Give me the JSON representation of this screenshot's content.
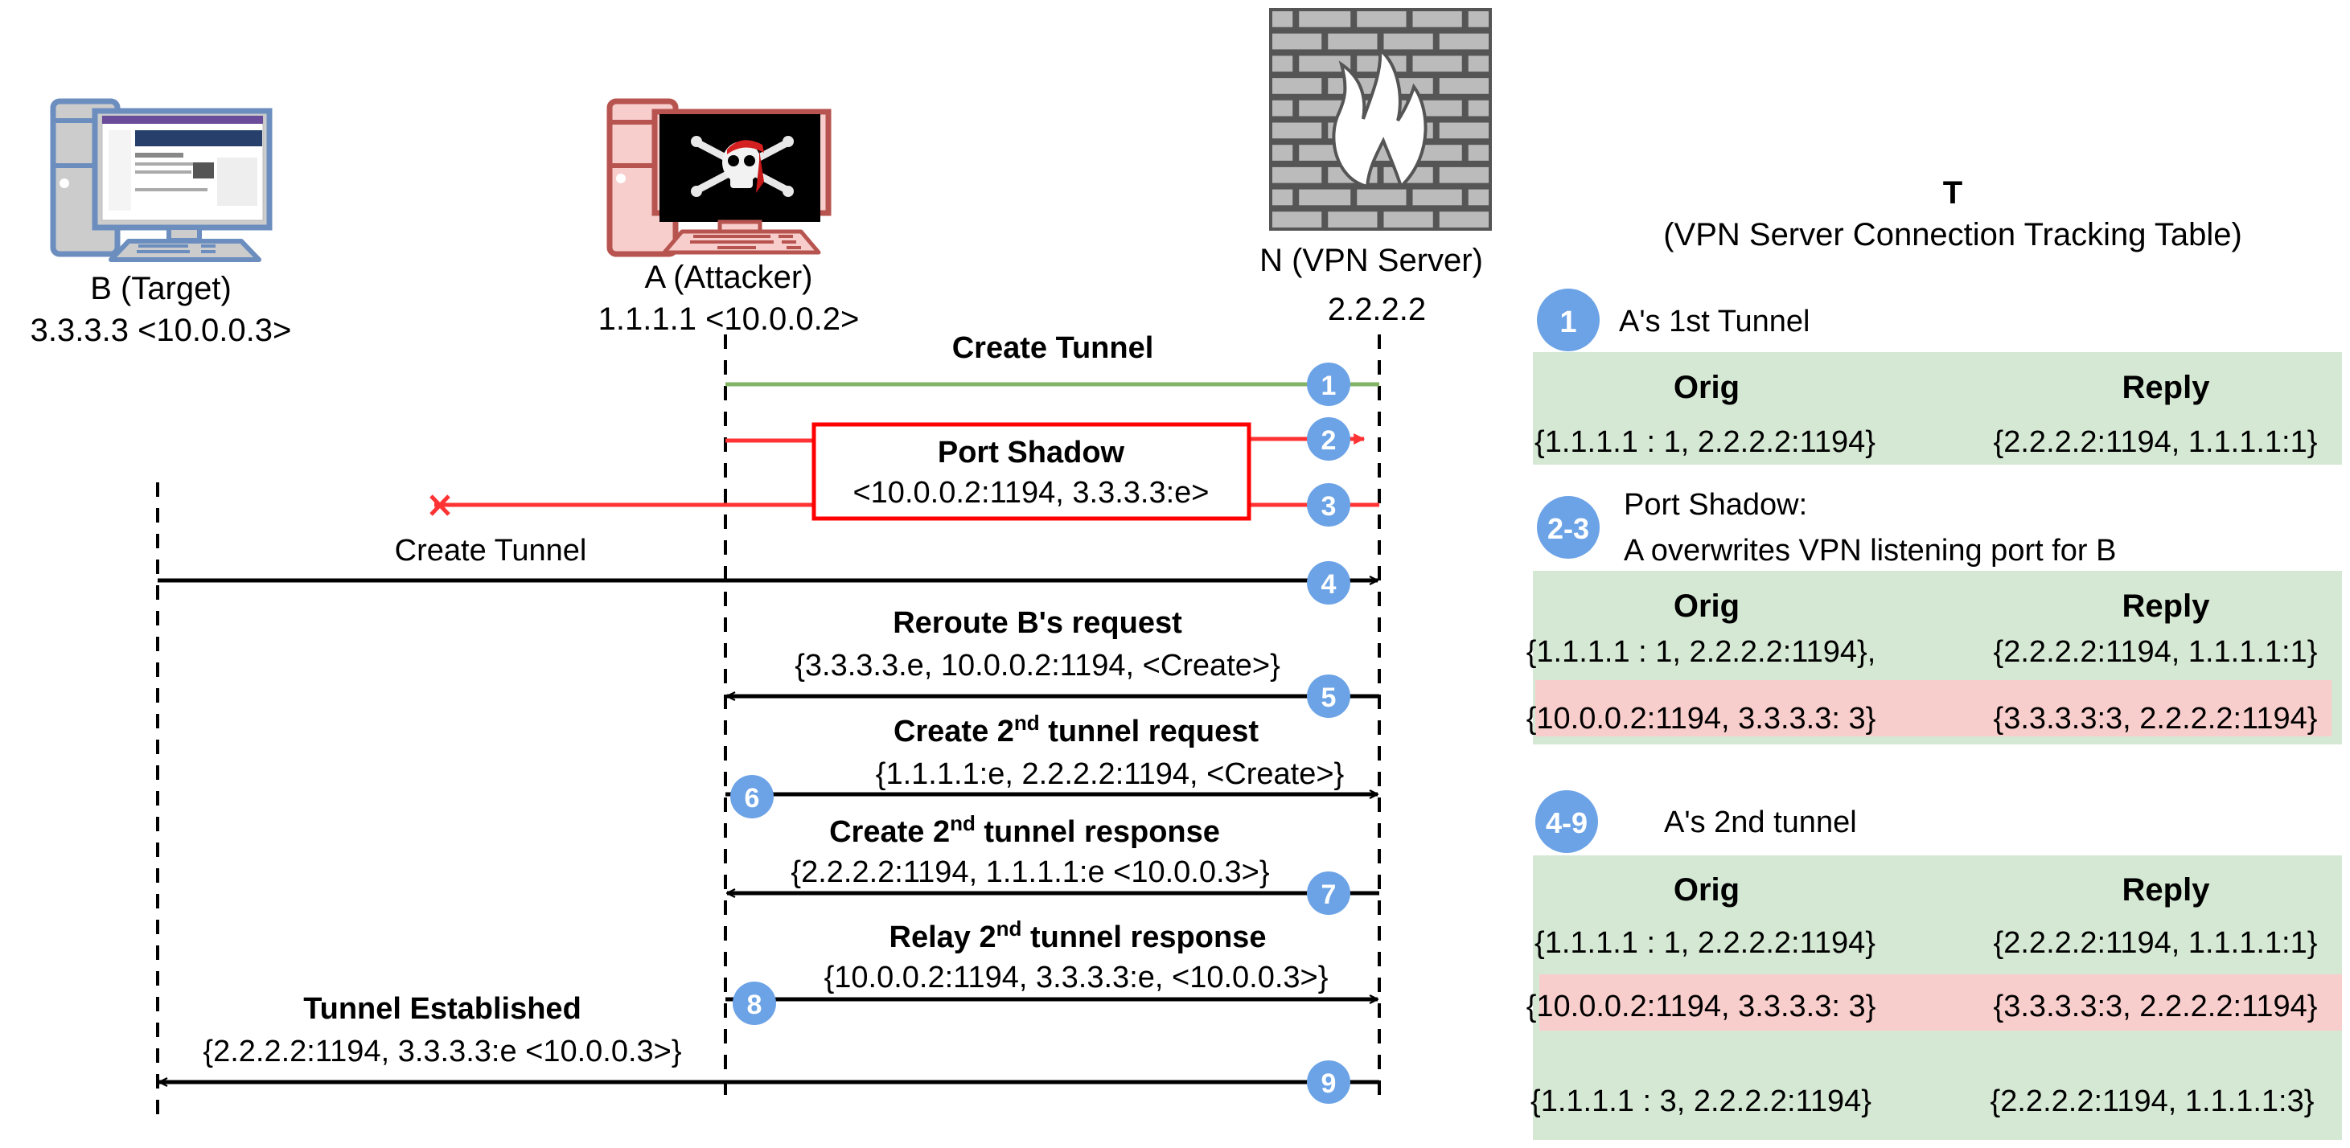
{
  "colors": {
    "badge": "#6CA3E6",
    "green_line": "#82B366",
    "attack_red": "#FF3333",
    "table_green": "#D5E8D4",
    "table_red": "#F8CECC",
    "target_stroke": "#6C8EBF",
    "target_fill": "#CCCCCC",
    "attacker_stroke": "#B85450",
    "attacker_fill": "#F8CECC",
    "firewall_dark": "#555555",
    "firewall_brick": "#BBBBBB"
  },
  "actors": {
    "target": {
      "name": "B (Target)",
      "address": "3.3.3.3 <10.0.0.3>"
    },
    "attacker": {
      "name": "A (Attacker)",
      "address": "1.1.1.1 <10.0.0.2>"
    },
    "server": {
      "name": "N (VPN Server)",
      "address": "2.2.2.2"
    }
  },
  "messages": [
    {
      "step": "1",
      "title": "Create Tunnel",
      "detail": "",
      "from": "attacker",
      "to": "server",
      "style": "green"
    },
    {
      "step": "2",
      "title": "Port Shadow",
      "detail": "<10.0.0.2:1194, 3.3.3.3:e>",
      "from": "attacker",
      "to": "server",
      "style": "red"
    },
    {
      "step": "3",
      "title": "",
      "detail": "",
      "from": "server",
      "to": "blocked",
      "style": "red"
    },
    {
      "step": "4",
      "title": "Create Tunnel",
      "detail": "",
      "from": "target",
      "to": "server",
      "style": "black"
    },
    {
      "step": "5",
      "title": "Reroute B's request",
      "detail": "{3.3.3.3.e, 10.0.0.2:1194, <Create>}",
      "from": "server",
      "to": "attacker",
      "style": "black"
    },
    {
      "step": "6",
      "title_pre": "Create 2",
      "title_sup": "nd",
      "title_post": " tunnel request",
      "detail": "{1.1.1.1:e, 2.2.2.2:1194, <Create>}",
      "from": "attacker",
      "to": "server",
      "style": "black"
    },
    {
      "step": "7",
      "title_pre": "Create 2",
      "title_sup": "nd",
      "title_post": " tunnel response",
      "detail": "{2.2.2.2:1194, 1.1.1.1:e <10.0.0.3>}",
      "from": "server",
      "to": "attacker",
      "style": "black"
    },
    {
      "step": "8",
      "title_pre": "Relay 2",
      "title_sup": "nd",
      "title_post": " tunnel response",
      "detail": "{10.0.0.2:1194, 3.3.3.3:e, <10.0.0.3>}",
      "from": "attacker",
      "to": "server",
      "style": "black"
    },
    {
      "step": "9",
      "title": "Tunnel Established",
      "detail": "{2.2.2.2:1194, 3.3.3.3:e <10.0.0.3>}",
      "from": "server",
      "to": "target",
      "style": "black"
    }
  ],
  "table": {
    "title": "T",
    "subtitle": "(VPN Server Connection Tracking Table)",
    "col_orig": "Orig",
    "col_reply": "Reply",
    "sections": [
      {
        "badge": "1",
        "heading": "A's 1st Tunnel",
        "heading2": "",
        "rows": [
          {
            "orig": "{1.1.1.1 : 1, 2.2.2.2:1194}",
            "reply": "{2.2.2.2:1194, 1.1.1.1:1}",
            "highlight": false
          }
        ]
      },
      {
        "badge": "2-3",
        "heading": "Port Shadow:",
        "heading2": "A overwrites VPN listening port for B",
        "rows": [
          {
            "orig": "{1.1.1.1 : 1, 2.2.2.2:1194},",
            "reply": "{2.2.2.2:1194, 1.1.1.1:1}",
            "highlight": false
          },
          {
            "orig": "{10.0.0.2:1194, 3.3.3.3: 3}",
            "reply": "{3.3.3.3:3, 2.2.2.2:1194}",
            "highlight": true
          }
        ]
      },
      {
        "badge": "4-9",
        "heading": "A's 2nd tunnel",
        "heading2": "",
        "rows": [
          {
            "orig": "{1.1.1.1 : 1, 2.2.2.2:1194}",
            "reply": "{2.2.2.2:1194, 1.1.1.1:1}",
            "highlight": false
          },
          {
            "orig": "{10.0.0.2:1194, 3.3.3.3: 3}",
            "reply": "{3.3.3.3:3, 2.2.2.2:1194}",
            "highlight": true
          },
          {
            "orig": "{1.1.1.1 : 3, 2.2.2.2:1194}",
            "reply": "{2.2.2.2:1194, 1.1.1.1:3}",
            "highlight": false
          }
        ]
      }
    ]
  }
}
